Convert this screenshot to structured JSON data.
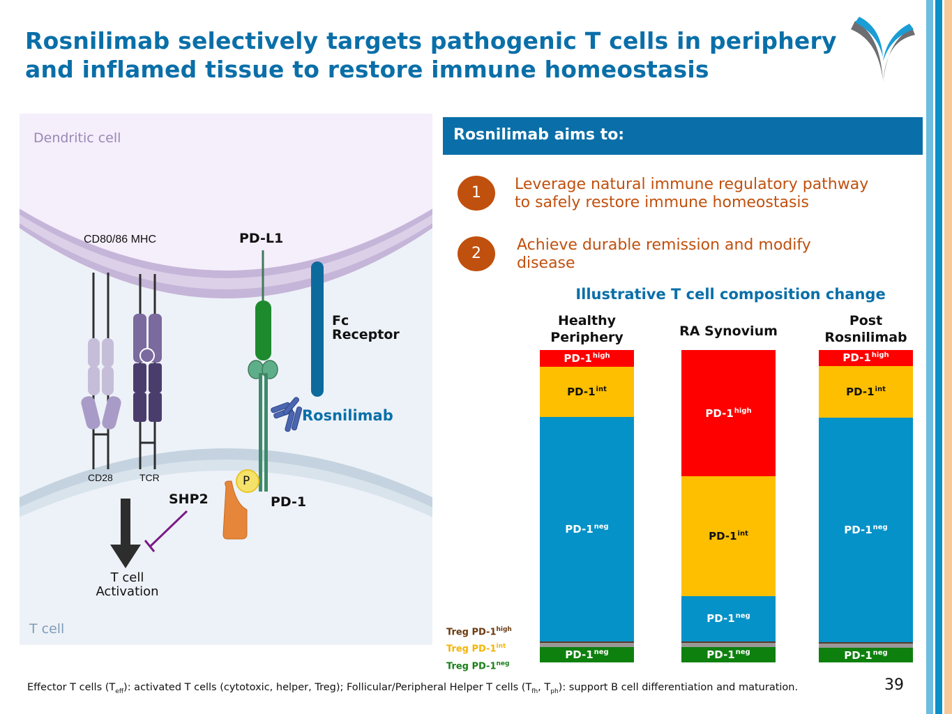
{
  "slide": {
    "title_line1": "Rosnilimab selectively targets pathogenic T cells in periphery",
    "title_line2": "and inflamed tissue to restore immune homeostasis",
    "logo": "company-v-logo",
    "page_number": "39"
  },
  "diagram": {
    "dendritic_cell_label": "Dendritic cell",
    "t_cell_label": "T cell",
    "cd80_mhc_label": "CD80/86 MHC",
    "pdl1_label": "PD-L1",
    "fc_receptor_line1": "Fc",
    "fc_receptor_line2": "Receptor",
    "rosnilimab_label": "Rosnilimab",
    "cd28_label": "CD28",
    "tcr_label": "TCR",
    "shp2_label": "SHP2",
    "phospho_label": "P",
    "pd1_label": "PD-1",
    "activation_line1": "T cell",
    "activation_line2": "Activation",
    "colors": {
      "dendritic_bg": "#f5eefb",
      "dendritic_membrane": "#c5b5d8",
      "tcell_bg": "#edf2f8",
      "tcell_membrane": "#c4d3df",
      "pdl1": "#1e8a2e",
      "pd1": "#3e8a68",
      "fc_receptor": "#0d6a9c",
      "antibody": "#4b66b0",
      "shp2": "#e6863a",
      "phospho": "#f5e26a",
      "inhibition": "#7b1a85"
    }
  },
  "aims": {
    "header": "Rosnilimab aims to:",
    "items": [
      {
        "number": "1",
        "line1": "Leverage natural immune regulatory pathway",
        "line2": "to safely restore immune homeostasis"
      },
      {
        "number": "2",
        "line1": "Achieve durable remission and modify",
        "line2": "disease"
      }
    ]
  },
  "legend": {
    "items": [
      {
        "label": "Treg PD-1",
        "sup": "high",
        "color": "#6b3a10"
      },
      {
        "label": "Treg PD-1",
        "sup": "int",
        "color": "#f4b400"
      },
      {
        "label": "Treg PD-1",
        "sup": "neg",
        "color": "#1a7f1a"
      }
    ]
  },
  "footnote": {
    "part1": "Effector T cells (T",
    "sub1": "eff",
    "part2": "): activated T cells (cytotoxic, helper, Treg); Follicular/Peripheral Helper T cells (T",
    "sub2": "fh",
    "part3": ", T",
    "sub3": "ph",
    "part4": "): support B cell differentiation and maturation."
  },
  "chart_data": {
    "type": "bar",
    "stacked": true,
    "normalized": true,
    "title": "Illustrative T cell composition change",
    "categories": [
      "Healthy Periphery",
      "RA Synovium",
      "Post Rosnilimab"
    ],
    "category_lines": [
      [
        "Healthy",
        "Periphery"
      ],
      [
        "RA Synovium"
      ],
      [
        "Post",
        "Rosnilimab"
      ]
    ],
    "series": [
      {
        "name": "Treg PD-1neg",
        "label": "PD-1",
        "sup": "neg",
        "color": "#0e800e",
        "text_color": "#ffffff",
        "values": [
          0.049,
          0.049,
          0.047
        ],
        "show_label": [
          true,
          true,
          true
        ]
      },
      {
        "name": "Treg PD-1int",
        "label": "",
        "sup": "",
        "color": "#999999",
        "text_color": "#ffffff",
        "values": [
          0.013,
          0.013,
          0.013
        ],
        "show_label": [
          false,
          false,
          false
        ]
      },
      {
        "name": "Treg PD-1high",
        "label": "",
        "sup": "",
        "color": "#5a3a28",
        "text_color": "#ffffff",
        "values": [
          0.005,
          0.005,
          0.005
        ],
        "show_label": [
          false,
          false,
          false
        ]
      },
      {
        "name": "PD-1neg",
        "label": "PD-1",
        "sup": "neg",
        "color": "#0592c8",
        "text_color": "#ffffff",
        "values": [
          0.719,
          0.145,
          0.721
        ],
        "show_label": [
          true,
          true,
          true
        ]
      },
      {
        "name": "PD-1int",
        "label": "PD-1",
        "sup": "int",
        "color": "#fdbf00",
        "text_color": "#111111",
        "values": [
          0.161,
          0.382,
          0.165
        ],
        "show_label": [
          true,
          true,
          true
        ]
      },
      {
        "name": "PD-1high",
        "label": "PD-1",
        "sup": "high",
        "color": "#fe0000",
        "text_color": "#ffffff",
        "values": [
          0.053,
          0.404,
          0.051
        ],
        "show_label": [
          true,
          true,
          true
        ]
      }
    ]
  }
}
